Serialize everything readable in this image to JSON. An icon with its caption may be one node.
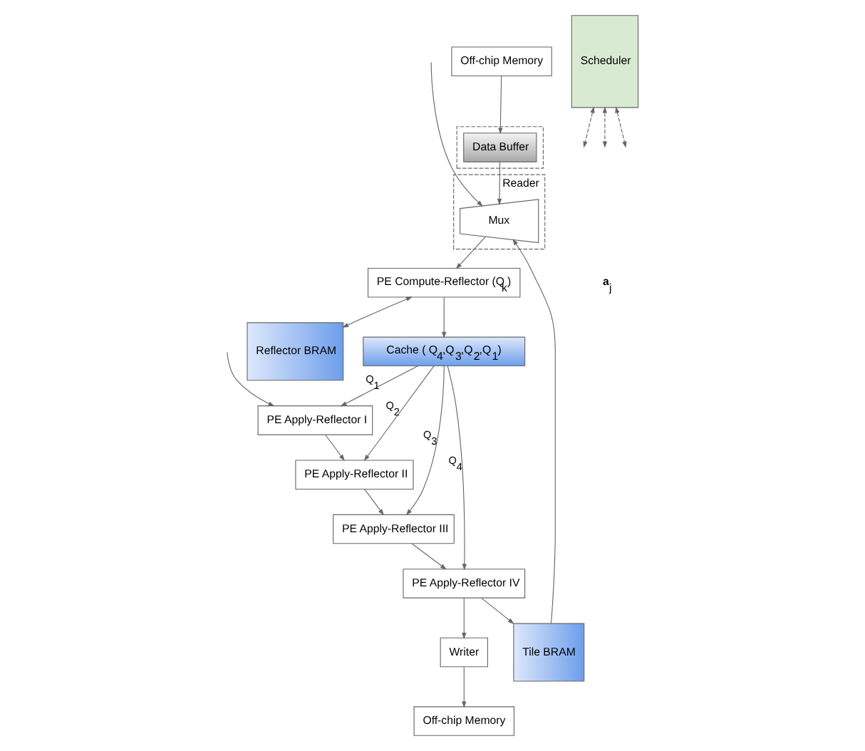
{
  "diagram": {
    "nodes": [
      {
        "text": [],
        "shape": "box"
      },
      {
        "text": [
          "Data Buffer"
        ],
        "in": 0
      },
      {
        "text": [
          "Reader"
        ]
      },
      {
        "text": [
          "Mux"
        ],
        "in": 2
      },
      {
        "text": [
          "Off-chip Memory"
        ]
      },
      {
        "text": [
          "PE Compute-Reflector (Q$_{k}$)"
        ]
      },
      {
        "text": [
          "Scheduler"
        ]
      },
      {
        "text": [
          "Reflector BRAM"
        ]
      },
      {
        "text": [
          "Cache ( Q$_{4}$,Q$_{3}$,Q$_{2}$,Q$_{1}$)"
        ]
      },
      {
        "text": [
          "PE Apply-Reflector I"
        ]
      },
      {
        "text": [
          "PE Apply-Reflector II"
        ]
      },
      {
        "text": [
          "PE Apply-Reflector III"
        ]
      },
      {
        "text": [
          "PE Apply-Reflector IV"
        ]
      },
      {
        "text": [
          "Tile BRAM"
        ]
      },
      {
        "text": [
          "Off-chip Memory"
        ]
      },
      {
        "text": [
          "Writer"
        ]
      }
    ],
    "edges": [
      {
        "from": null,
        "to": 3,
        "arrow": "to"
      },
      {
        "from": 1,
        "to": 3,
        "arrow": "to"
      },
      {
        "from": 4,
        "to": 1,
        "arrow": "to"
      },
      {
        "from": 13,
        "to": 3,
        "arrow": "to"
      },
      {
        "from": 3,
        "to": 5,
        "arrow": "to"
      },
      {
        "from": 5,
        "to": 7,
        "arrow": "both"
      },
      {
        "from": 5,
        "to": 8,
        "arrow": "to"
      },
      {
        "from": 8,
        "to": 9,
        "arrow": "to",
        "label": "Q$_{1}$"
      },
      {
        "from": 8,
        "to": 10,
        "arrow": "to",
        "label": "Q$_{2}$"
      },
      {
        "from": 8,
        "to": 11,
        "arrow": "to",
        "label": "Q$_{3}$"
      },
      {
        "from": 8,
        "to": 12,
        "arrow": "to",
        "label": "Q$_{4}$"
      },
      {
        "from": null,
        "to": 9,
        "arrow": "to"
      },
      {
        "from": 9,
        "to": 10,
        "arrow": "to"
      },
      {
        "from": 10,
        "to": 11,
        "arrow": "to"
      },
      {
        "from": 11,
        "to": 12,
        "arrow": "to"
      },
      {
        "from": 12,
        "to": 13,
        "arrow": "to"
      },
      {
        "from": 12,
        "to": 15,
        "arrow": "to"
      },
      {
        "from": 15,
        "to": 14,
        "arrow": "to"
      },
      {
        "from": 6,
        "to": null,
        "arrow": "both",
        "style": "dashed"
      },
      {
        "from": 6,
        "to": null,
        "arrow": "both",
        "style": "dashed"
      },
      {
        "from": 6,
        "to": null,
        "arrow": "both",
        "style": "dashed"
      }
    ],
    "labels": [
      "**a**$_{j}$"
    ]
  }
}
